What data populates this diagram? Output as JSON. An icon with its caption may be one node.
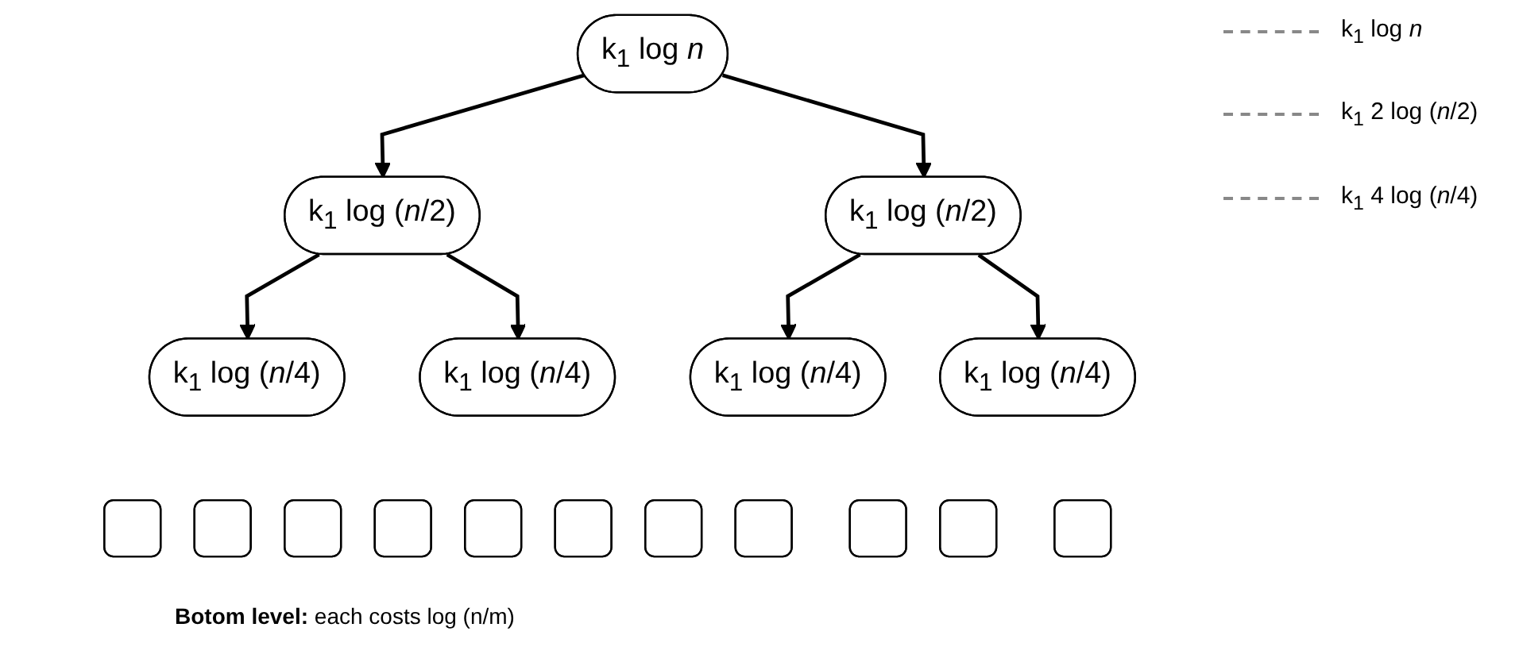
{
  "diagram": {
    "nodes": [
      {
        "text": [
          "k$_{1}$ log *n*"
        ]
      },
      {
        "text": [
          "k$_{1}$ log (*n*/2)"
        ]
      },
      {
        "text": [
          "k$_{1}$ log (*n*/2)"
        ]
      },
      {
        "text": [
          "k$_{1}$ log (*n*/4)"
        ]
      },
      {
        "text": [
          "k$_{1}$ log (*n*/4)"
        ]
      },
      {
        "text": [
          "k$_{1}$ log (*n*/4)"
        ]
      },
      {
        "text": [
          "k$_{1}$ log (*n*/4)"
        ]
      },
      {
        "text": [],
        "shape": "box"
      },
      {
        "text": [],
        "shape": "box"
      },
      {
        "text": [],
        "shape": "box"
      },
      {
        "text": [],
        "shape": "box"
      },
      {
        "text": [],
        "shape": "box"
      },
      {
        "text": [],
        "shape": "box"
      },
      {
        "text": [],
        "shape": "box"
      },
      {
        "text": [],
        "shape": "box"
      },
      {
        "text": [],
        "shape": "box"
      },
      {
        "text": [],
        "shape": "box"
      },
      {
        "text": [],
        "shape": "box"
      }
    ],
    "edges": [
      {
        "from": 0,
        "to": 1,
        "arrow": "to"
      },
      {
        "from": 0,
        "to": 2,
        "arrow": "to"
      },
      {
        "from": 1,
        "to": 3,
        "arrow": "to"
      },
      {
        "from": 1,
        "to": 4,
        "arrow": "to"
      },
      {
        "from": 2,
        "to": 5,
        "arrow": "to"
      },
      {
        "from": 2,
        "to": 6,
        "arrow": "to"
      }
    ],
    "labels": [
      "k$_{1}$ log *n*",
      "k$_{1}$ 2 log (*n*/2)",
      "k$_{1}$ 4 log (*n*/4)",
      "**Botom level:** each costs log (n/m)"
    ]
  }
}
